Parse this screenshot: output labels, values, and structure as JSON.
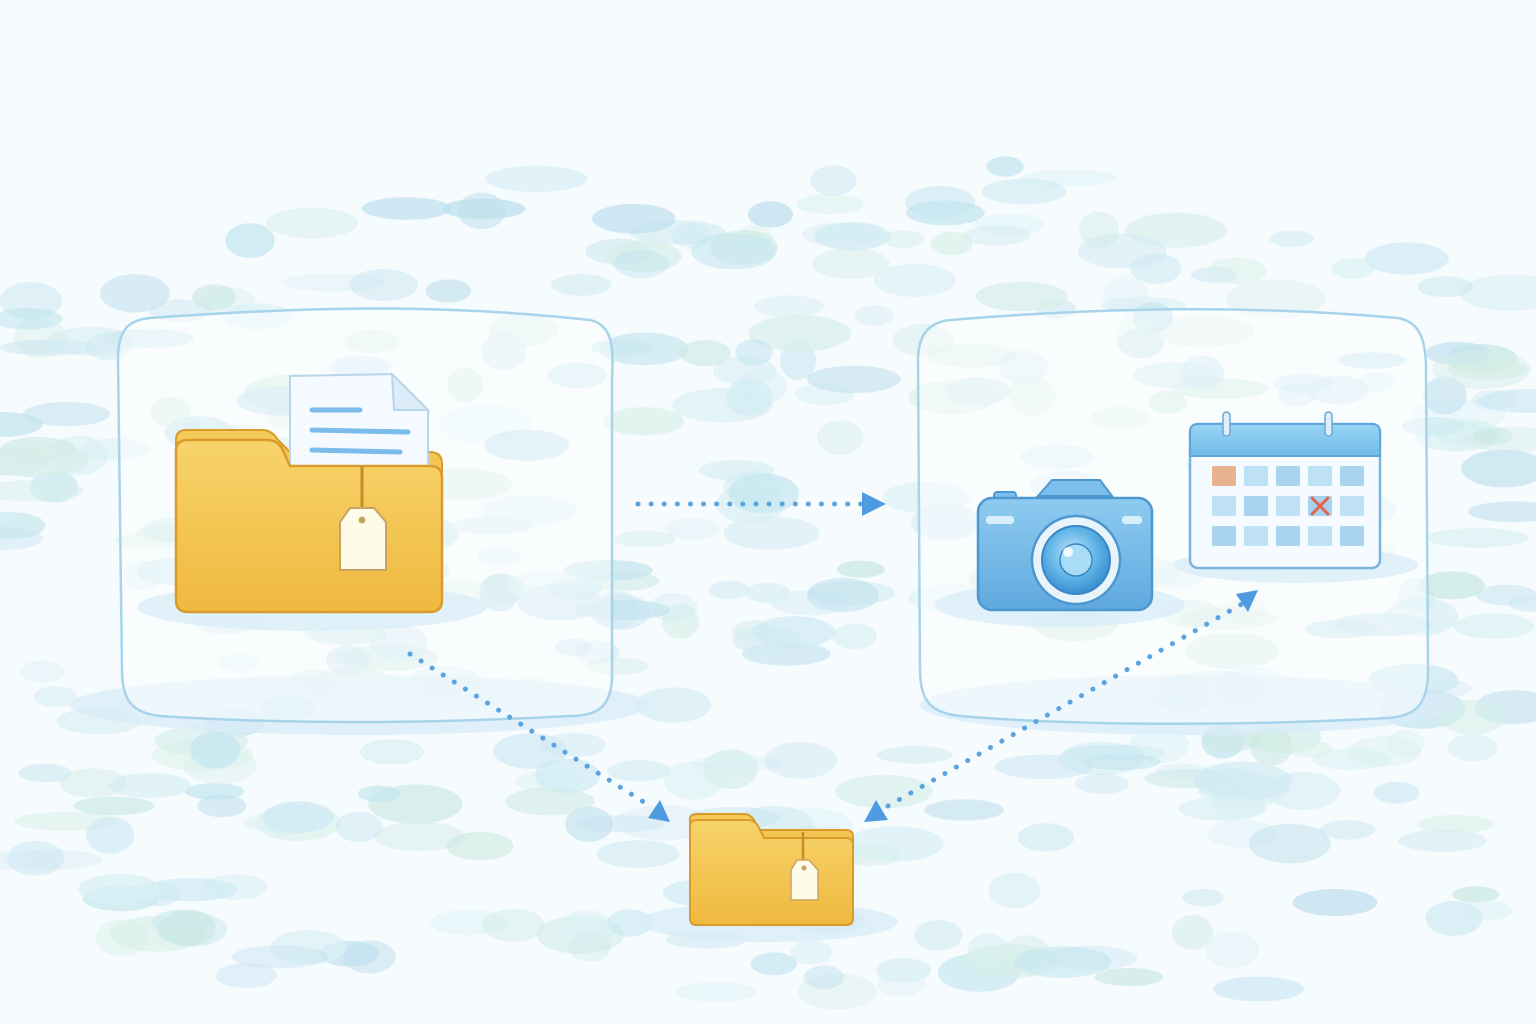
{
  "scene": {
    "source": {
      "icon": "folder-with-document-and-tag-icon",
      "folder_color": "#f2c14e",
      "tag_color": "#fffbe9"
    },
    "destination": {
      "icons": [
        "camera-icon",
        "calendar-icon"
      ],
      "camera_color": "#6fb8e8",
      "calendar_header_color": "#7cc3ee",
      "calendar_marked_cell_color": "#e2664f"
    },
    "target": {
      "icon": "tagged-folder-icon",
      "folder_color": "#f2c14e"
    },
    "connectors": [
      {
        "from": "source",
        "to": "destination",
        "style": "dotted",
        "color": "#5ba3e0"
      },
      {
        "from": "source",
        "to": "target",
        "style": "dotted",
        "color": "#5ba3e0"
      },
      {
        "from": "target",
        "to": "destination",
        "style": "dotted",
        "color": "#5ba3e0",
        "bidirectional": true
      }
    ]
  }
}
